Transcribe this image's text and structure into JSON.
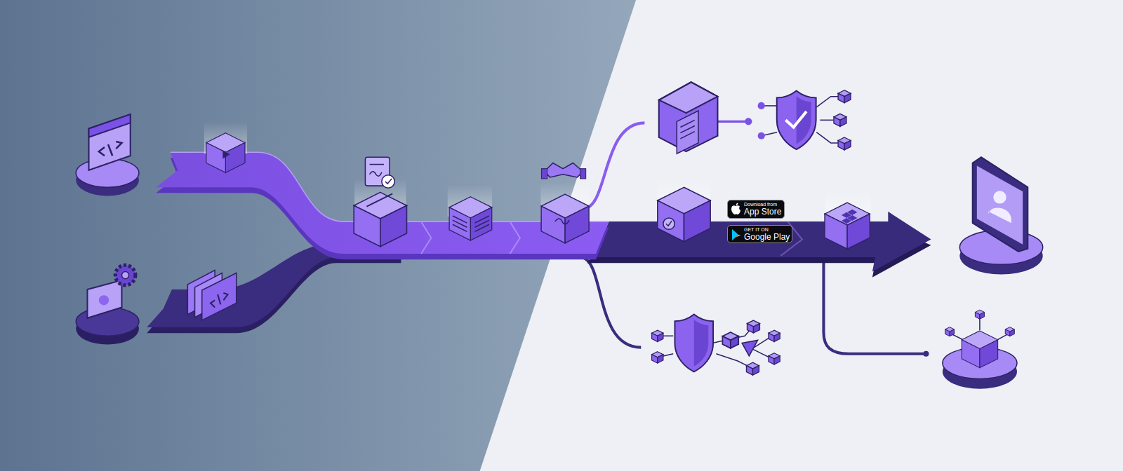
{
  "diagram": {
    "nodes": [
      {
        "text": [
          "Download from",
          "App Store"
        ]
      },
      {
        "text": [
          "GET IT ON",
          "Google Play"
        ]
      }
    ]
  }
}
